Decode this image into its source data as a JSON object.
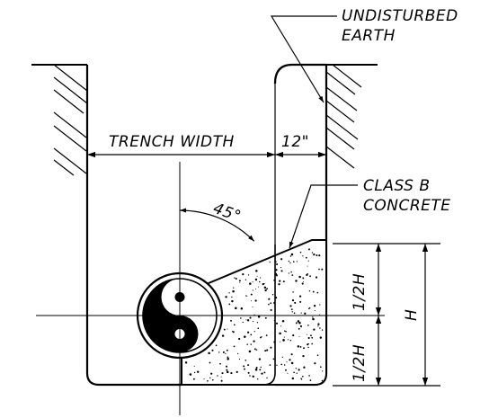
{
  "labels": {
    "undisturbed_line1": "UNDISTURBED",
    "undisturbed_line2": "EARTH",
    "trench_width": "TRENCH WIDTH",
    "clearance": "12\"",
    "class_line1": "CLASS B",
    "class_line2": "CONCRETE",
    "angle": "45°",
    "half_h_upper": "1/2H",
    "half_h_lower": "1/2H",
    "h": "H"
  }
}
